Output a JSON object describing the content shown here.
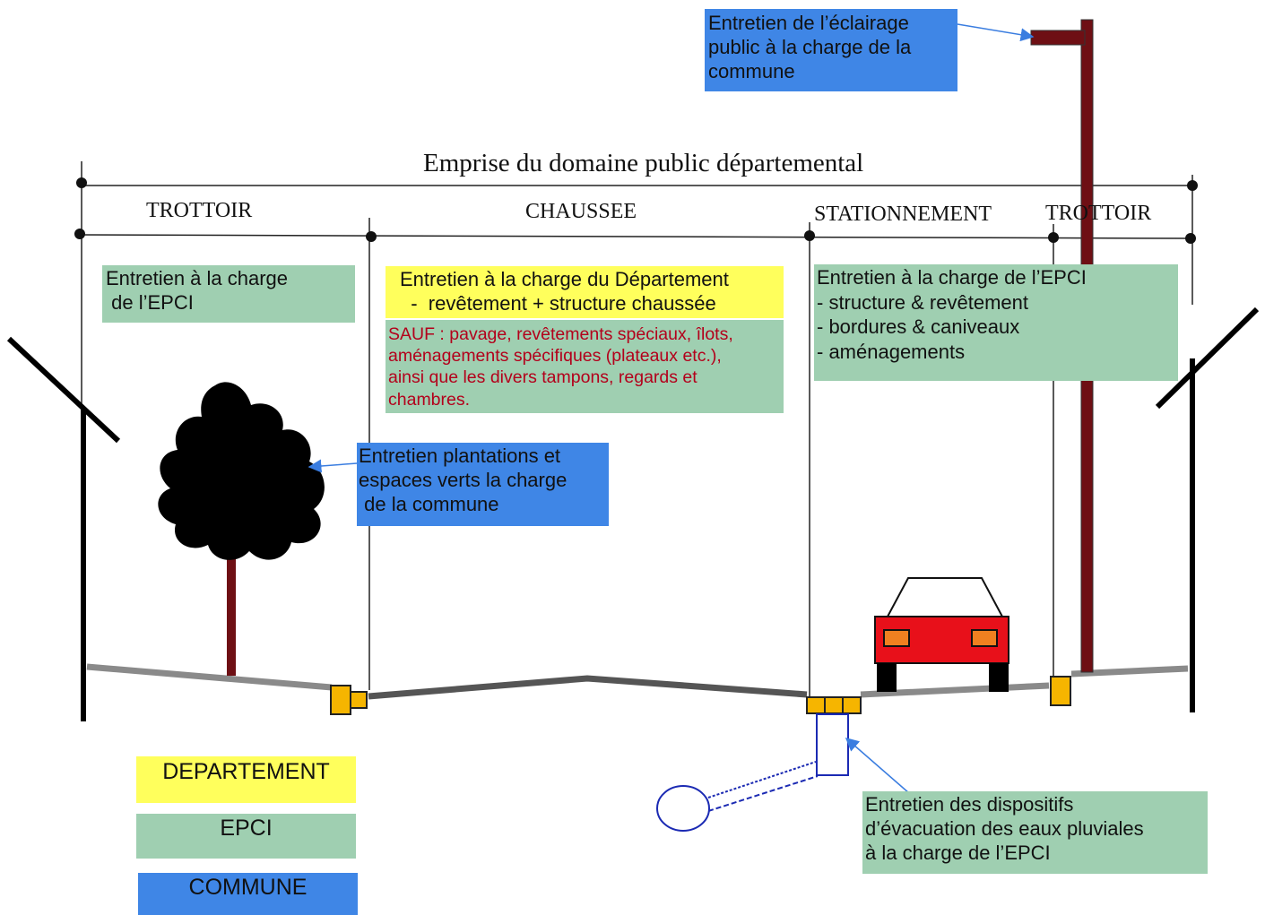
{
  "header": {
    "emprise": "Emprise du domaine public départemental",
    "zones": [
      "TROTTOIR",
      "CHAUSSEE",
      "STATIONNEMENT",
      "TROTTOIR"
    ]
  },
  "boxes": {
    "eclairage": {
      "lines": [
        "Entretien de l’éclairage",
        "public à la charge de la",
        "commune"
      ],
      "owner": "COMMUNE"
    },
    "trottoir_left": {
      "lines": [
        "Entretien à la charge",
        " de l’EPCI"
      ],
      "owner": "EPCI"
    },
    "chaussee": {
      "lines": [
        "Entretien à la charge du Département",
        "  -  revêtement + structure chaussée"
      ],
      "owner": "DEPARTEMENT"
    },
    "sauf": {
      "lines": [
        "SAUF : pavage, revêtements spéciaux, îlots,",
        "aménagements spécifiques (plateaux etc.),",
        "ainsi que les divers tampons, regards et",
        "chambres."
      ],
      "owner": "EPCI"
    },
    "stationnement": {
      "lines": [
        "Entretien à la charge de l’EPCI",
        "- structure & revêtement",
        "- bordures & caniveaux",
        "- aménagements"
      ],
      "owner": "EPCI"
    },
    "plantations": {
      "lines": [
        "Entretien plantations et",
        "espaces verts la charge",
        " de la commune"
      ],
      "owner": "COMMUNE"
    },
    "pluviales": {
      "lines": [
        "Entretien des dispositifs",
        "d’évacuation des eaux pluviales",
        "à la charge de l’EPCI"
      ],
      "owner": "EPCI"
    }
  },
  "legend": [
    {
      "label": "DEPARTEMENT",
      "color": "#ffff5c"
    },
    {
      "label": "EPCI",
      "color": "#9fcfb1"
    },
    {
      "label": "COMMUNE",
      "color": "#3f86e6"
    }
  ],
  "colors": {
    "departement": "#ffff5c",
    "epci": "#9fcfb1",
    "commune": "#3f86e6",
    "sauf_text": "#b3001b",
    "pole": "#6e0f14",
    "car": "#e8101a",
    "curb": "#f6b500",
    "tree": "#000000",
    "arrow": "#3a7de0"
  },
  "icons": [
    "street-lamp-icon",
    "tree-icon",
    "car-icon",
    "drain-icon",
    "boundary-wall-icon"
  ]
}
